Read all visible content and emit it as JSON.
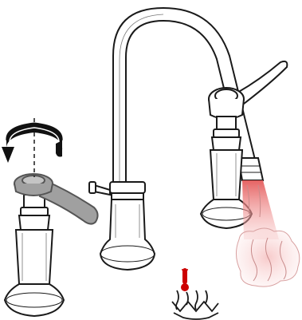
{
  "diagram": {
    "colors": {
      "line": "#1a1a1a",
      "metal_fill": "#ffffff",
      "handle_fill": "#a0a0a0",
      "handle_stroke": "#555555",
      "hot_water": "#e45b5b",
      "thermometer": "#cc0000",
      "arrow": "#111111"
    },
    "icons": [
      "rotation-arrow-icon",
      "thermometer-icon",
      "hot-water-steam-icon"
    ],
    "parts": [
      "spout",
      "left-valve-handle",
      "right-valve-handle",
      "hot-water-stream"
    ],
    "state": {
      "active_handle": "left",
      "water_temperature": "hot"
    }
  }
}
